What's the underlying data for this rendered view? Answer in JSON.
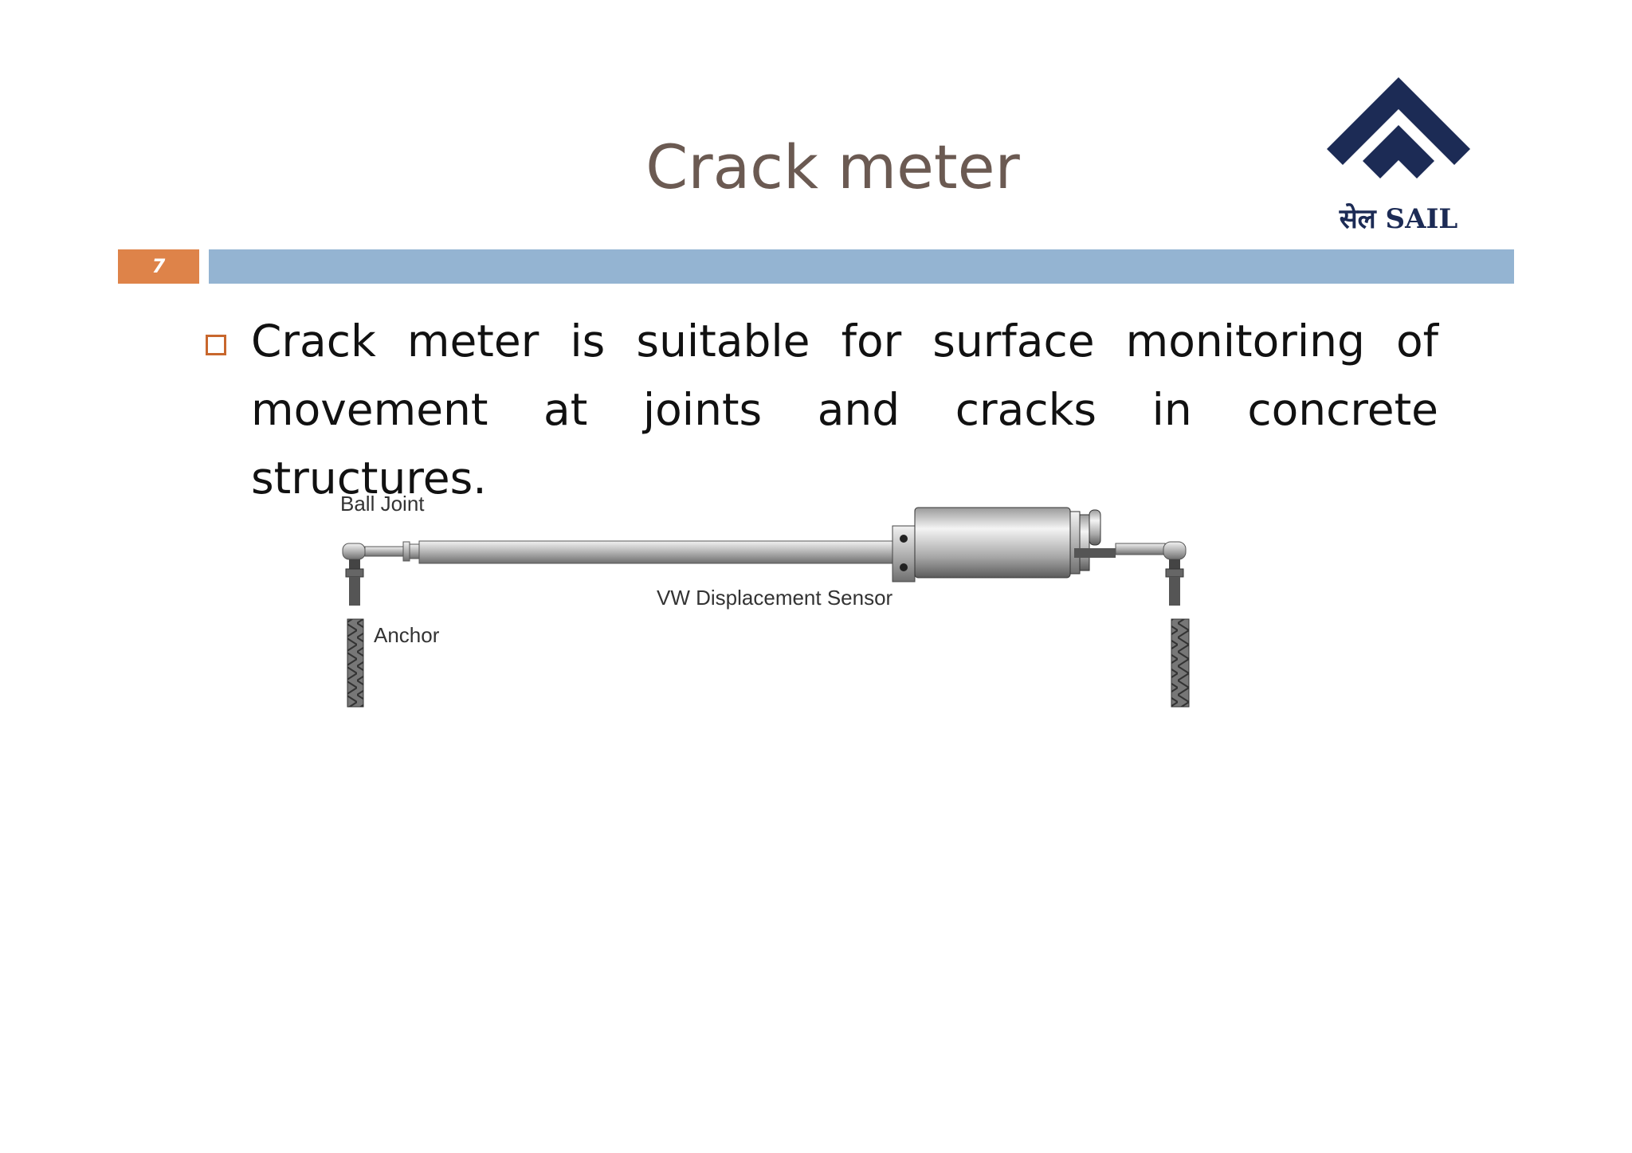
{
  "slide": {
    "title": "Crack meter",
    "page_number": "7",
    "bullet_text": "Crack meter is suitable for surface monitoring of movement at joints and cracks in concrete structures."
  },
  "logo": {
    "name": "SAIL",
    "text": "सेल SAIL",
    "color": "#1c2b55"
  },
  "diagram": {
    "labels": {
      "ball_joint": "Ball Joint",
      "sensor": "VW Displacement Sensor",
      "anchor": "Anchor"
    }
  },
  "colors": {
    "title": "#6b5a52",
    "page_number_box": "#de8349",
    "header_bar": "#94b4d2",
    "bullet": "#c8672d"
  }
}
